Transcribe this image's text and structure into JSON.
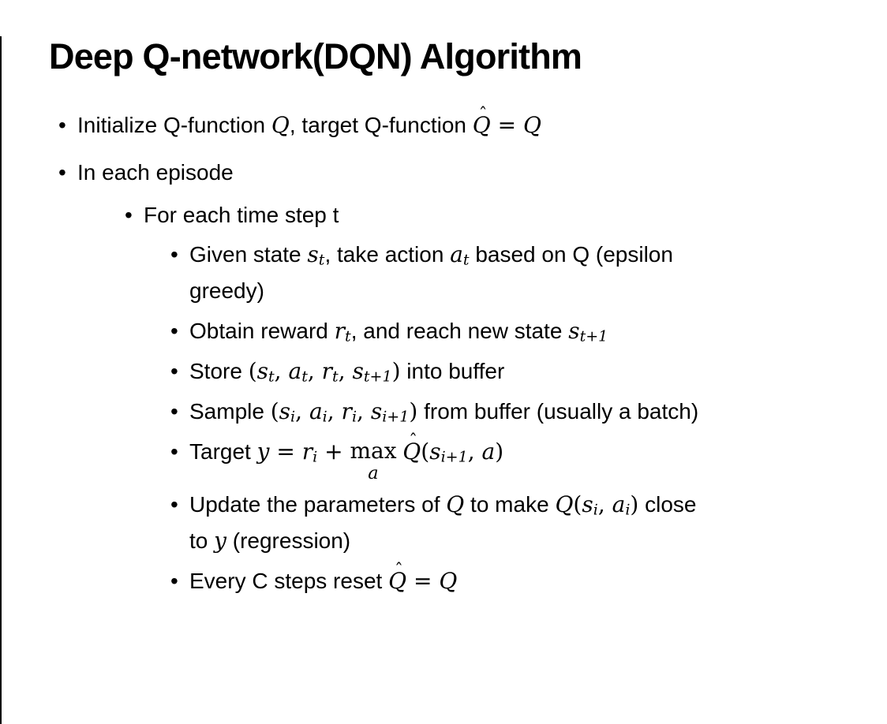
{
  "slide": {
    "title": "Deep Q-network(DQN) Algorithm",
    "bullet_char": "•",
    "bullets": [
      {
        "level": 1,
        "first": true,
        "segments": [
          {
            "s": "Initialize Q-function ",
            "k": "t"
          },
          {
            "s": "Q",
            "k": "m"
          },
          {
            "s": ", target Q-function ",
            "k": "t"
          },
          {
            "s": "Q",
            "k": "h",
            "hat": "ˆ"
          },
          {
            "s": " = ",
            "k": "o"
          },
          {
            "s": "Q",
            "k": "m"
          }
        ]
      },
      {
        "level": 1,
        "segments": [
          {
            "s": "In each episode",
            "k": "t"
          }
        ]
      },
      {
        "level": 2,
        "segments": [
          {
            "s": "For each time step t",
            "k": "t"
          }
        ]
      },
      {
        "level": 3,
        "segments": [
          {
            "s": "Given state ",
            "k": "t"
          },
          {
            "s": "s",
            "k": "m"
          },
          {
            "s": "t",
            "k": "ms"
          },
          {
            "s": ", take action ",
            "k": "t"
          },
          {
            "s": "a",
            "k": "m"
          },
          {
            "s": "t",
            "k": "ms"
          },
          {
            "s": " based on Q (epsilon",
            "k": "t"
          },
          {
            "k": "br"
          },
          {
            "s": "greedy)",
            "k": "t"
          }
        ]
      },
      {
        "level": 3,
        "segments": [
          {
            "s": "Obtain reward ",
            "k": "t"
          },
          {
            "s": "r",
            "k": "m"
          },
          {
            "s": "t",
            "k": "ms"
          },
          {
            "s": ", and reach new state ",
            "k": "t"
          },
          {
            "s": "s",
            "k": "m"
          },
          {
            "s": "t+1",
            "k": "ms"
          }
        ]
      },
      {
        "level": 3,
        "segments": [
          {
            "s": "Store ",
            "k": "t"
          },
          {
            "s": "(",
            "k": "o"
          },
          {
            "s": "s",
            "k": "m"
          },
          {
            "s": "t",
            "k": "ms"
          },
          {
            "s": ", ",
            "k": "o"
          },
          {
            "s": "a",
            "k": "m"
          },
          {
            "s": "t",
            "k": "ms"
          },
          {
            "s": ", ",
            "k": "o"
          },
          {
            "s": "r",
            "k": "m"
          },
          {
            "s": "t",
            "k": "ms"
          },
          {
            "s": ", ",
            "k": "o"
          },
          {
            "s": "s",
            "k": "m"
          },
          {
            "s": "t+1",
            "k": "ms"
          },
          {
            "s": ")",
            "k": "o"
          },
          {
            "s": " into buffer",
            "k": "t"
          }
        ]
      },
      {
        "level": 3,
        "segments": [
          {
            "s": "Sample ",
            "k": "t"
          },
          {
            "s": "(",
            "k": "o"
          },
          {
            "s": "s",
            "k": "m"
          },
          {
            "s": "i",
            "k": "ms"
          },
          {
            "s": ", ",
            "k": "o"
          },
          {
            "s": "a",
            "k": "m"
          },
          {
            "s": "i",
            "k": "ms"
          },
          {
            "s": ", ",
            "k": "o"
          },
          {
            "s": "r",
            "k": "m"
          },
          {
            "s": "i",
            "k": "ms"
          },
          {
            "s": ", ",
            "k": "o"
          },
          {
            "s": "s",
            "k": "m"
          },
          {
            "s": "i+1",
            "k": "ms"
          },
          {
            "s": ")",
            "k": "o"
          },
          {
            "s": " from buffer (usually a batch)",
            "k": "t"
          }
        ]
      },
      {
        "level": 3,
        "segments": [
          {
            "s": "Target ",
            "k": "t"
          },
          {
            "s": "y",
            "k": "m"
          },
          {
            "s": " = ",
            "k": "o"
          },
          {
            "s": "r",
            "k": "m"
          },
          {
            "s": "i",
            "k": "ms"
          },
          {
            "s": " + ",
            "k": "o"
          },
          {
            "s": "max",
            "k": "lim",
            "under": "a"
          },
          {
            "s": " ",
            "k": "t"
          },
          {
            "s": "Q",
            "k": "h",
            "hat": "ˆ"
          },
          {
            "s": "(",
            "k": "o"
          },
          {
            "s": "s",
            "k": "m"
          },
          {
            "s": "i+1",
            "k": "ms"
          },
          {
            "s": ", ",
            "k": "o"
          },
          {
            "s": "a",
            "k": "m"
          },
          {
            "s": ")",
            "k": "o"
          }
        ]
      },
      {
        "level": 3,
        "segments": [
          {
            "s": "Update the parameters of ",
            "k": "t"
          },
          {
            "s": "Q",
            "k": "m"
          },
          {
            "s": " to make ",
            "k": "t"
          },
          {
            "s": "Q",
            "k": "m"
          },
          {
            "s": "(",
            "k": "o"
          },
          {
            "s": "s",
            "k": "m"
          },
          {
            "s": "i",
            "k": "ms"
          },
          {
            "s": ", ",
            "k": "o"
          },
          {
            "s": "a",
            "k": "m"
          },
          {
            "s": "i",
            "k": "ms"
          },
          {
            "s": ")",
            "k": "o"
          },
          {
            "s": " close",
            "k": "t"
          },
          {
            "k": "br"
          },
          {
            "s": "to ",
            "k": "t"
          },
          {
            "s": "y",
            "k": "m"
          },
          {
            "s": " (regression)",
            "k": "t"
          }
        ]
      },
      {
        "level": 3,
        "segments": [
          {
            "s": "Every C steps reset ",
            "k": "t"
          },
          {
            "s": "Q",
            "k": "h",
            "hat": "ˆ"
          },
          {
            "s": " = ",
            "k": "o"
          },
          {
            "s": "Q",
            "k": "m"
          }
        ]
      }
    ]
  },
  "colors": {
    "text": "#000000",
    "background": "#ffffff",
    "border": "#000000"
  }
}
